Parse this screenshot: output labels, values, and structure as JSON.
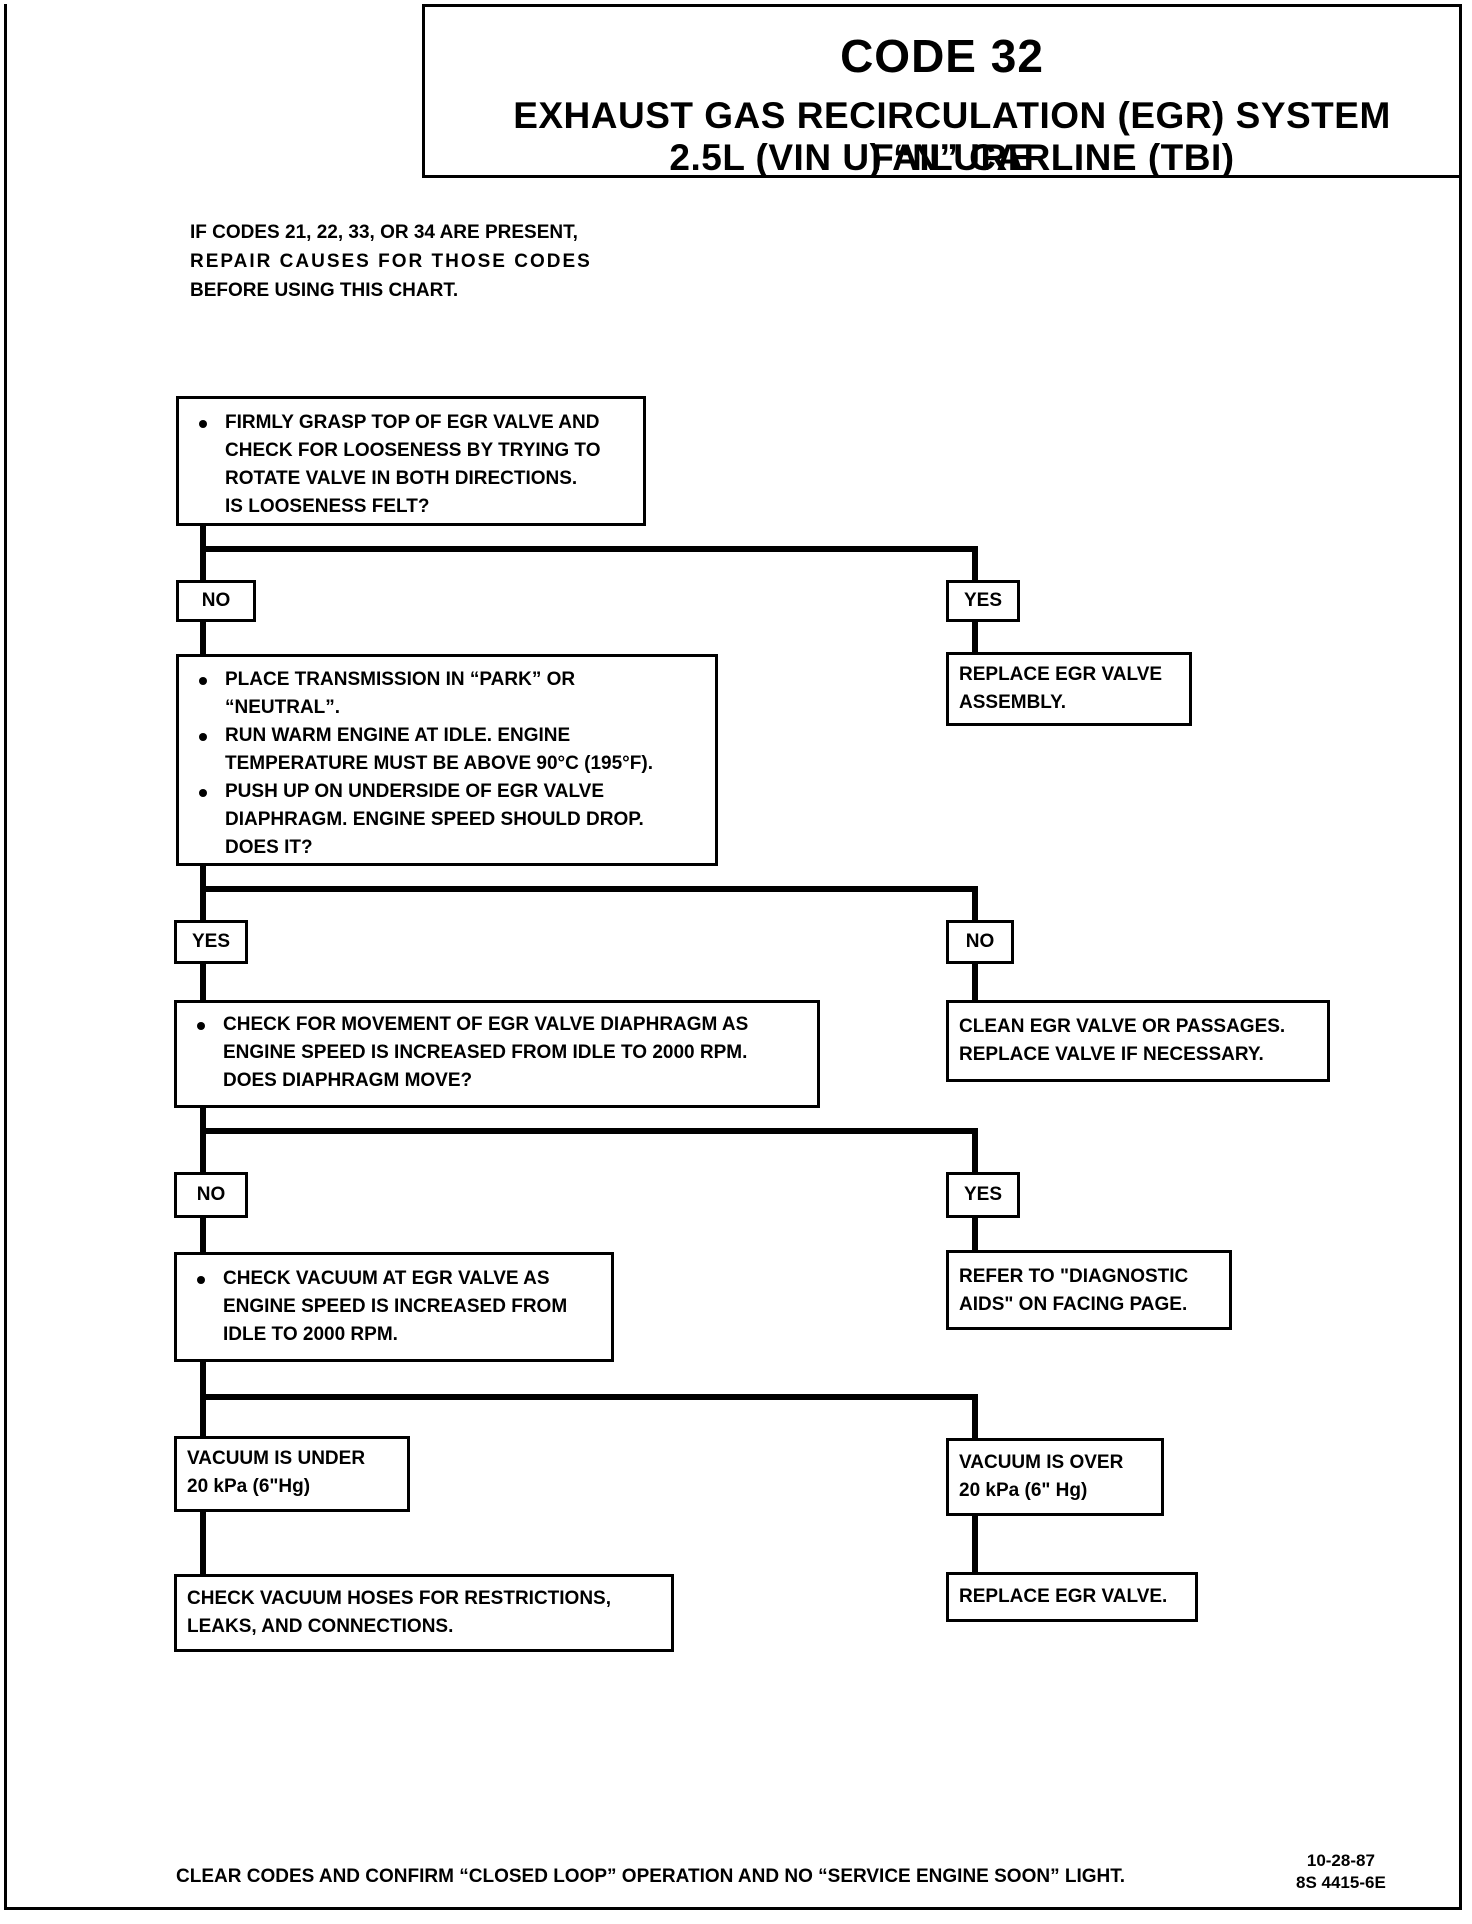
{
  "header": {
    "code": "CODE 32",
    "title_line1": "EXHAUST GAS RECIRCULATION (EGR) SYSTEM FAILURE",
    "title_line2": "2.5L  (VIN U)  “N”  CARLINE  (TBI)"
  },
  "prenote": [
    "IF CODES 21, 22, 33, OR 34 ARE PRESENT,",
    "REPAIR  CAUSES  FOR  THOSE  CODES",
    "BEFORE USING THIS CHART."
  ],
  "steps": {
    "step1": {
      "bullets": [
        "FIRMLY GRASP TOP OF EGR VALVE AND CHECK FOR LOOSENESS BY TRYING TO ROTATE VALVE IN BOTH DIRECTIONS. IS LOOSENESS FELT?"
      ],
      "lines": [
        "FIRMLY GRASP TOP OF EGR VALVE AND",
        "CHECK FOR LOOSENESS BY TRYING TO",
        "ROTATE VALVE IN BOTH DIRECTIONS.",
        "IS LOOSENESS FELT?"
      ]
    },
    "step2": {
      "b1": [
        "PLACE TRANSMISSION IN “PARK” OR",
        "“NEUTRAL”."
      ],
      "b2": [
        "RUN WARM ENGINE AT IDLE.  ENGINE",
        "TEMPERATURE MUST BE  ABOVE 90°C (195°F)."
      ],
      "b3": [
        "PUSH UP ON UNDERSIDE OF EGR VALVE",
        "DIAPHRAGM.  ENGINE SPEED SHOULD DROP.",
        "DOES IT?"
      ]
    },
    "step3": {
      "lines": [
        "CHECK FOR MOVEMENT OF EGR VALVE DIAPHRAGM AS",
        "ENGINE SPEED IS INCREASED FROM IDLE TO 2000 RPM.",
        "DOES DIAPHRAGM MOVE?"
      ]
    },
    "step4": {
      "lines": [
        "CHECK VACUUM AT EGR VALVE AS",
        "ENGINE SPEED IS INCREASED FROM",
        "IDLE TO 2000 RPM."
      ]
    }
  },
  "labels": {
    "no1": "NO",
    "yes1": "YES",
    "yes2": "YES",
    "no2": "NO",
    "no3": "NO",
    "yes3": "YES"
  },
  "results": {
    "replace_assembly": [
      "REPLACE EGR VALVE",
      "ASSEMBLY."
    ],
    "clean_valve": [
      "CLEAN EGR VALVE OR PASSAGES.",
      "REPLACE VALVE IF NECESSARY."
    ],
    "refer_aids": [
      "REFER TO \"DIAGNOSTIC",
      "AIDS\" ON FACING PAGE."
    ],
    "vacuum_under": [
      "VACUUM IS UNDER",
      "20 kPa (6\"Hg)"
    ],
    "vacuum_over": [
      "VACUUM IS  OVER",
      "20 kPa (6\" Hg)"
    ],
    "check_hoses": [
      "CHECK VACUUM HOSES FOR RESTRICTIONS,",
      "LEAKS, AND CONNECTIONS."
    ],
    "replace_valve": [
      "REPLACE EGR VALVE."
    ]
  },
  "footer": {
    "note": "CLEAR CODES AND CONFIRM “CLOSED LOOP” OPERATION AND NO “SERVICE ENGINE SOON” LIGHT.",
    "date": "10-28-87",
    "ref": "8S 4415-6E"
  }
}
